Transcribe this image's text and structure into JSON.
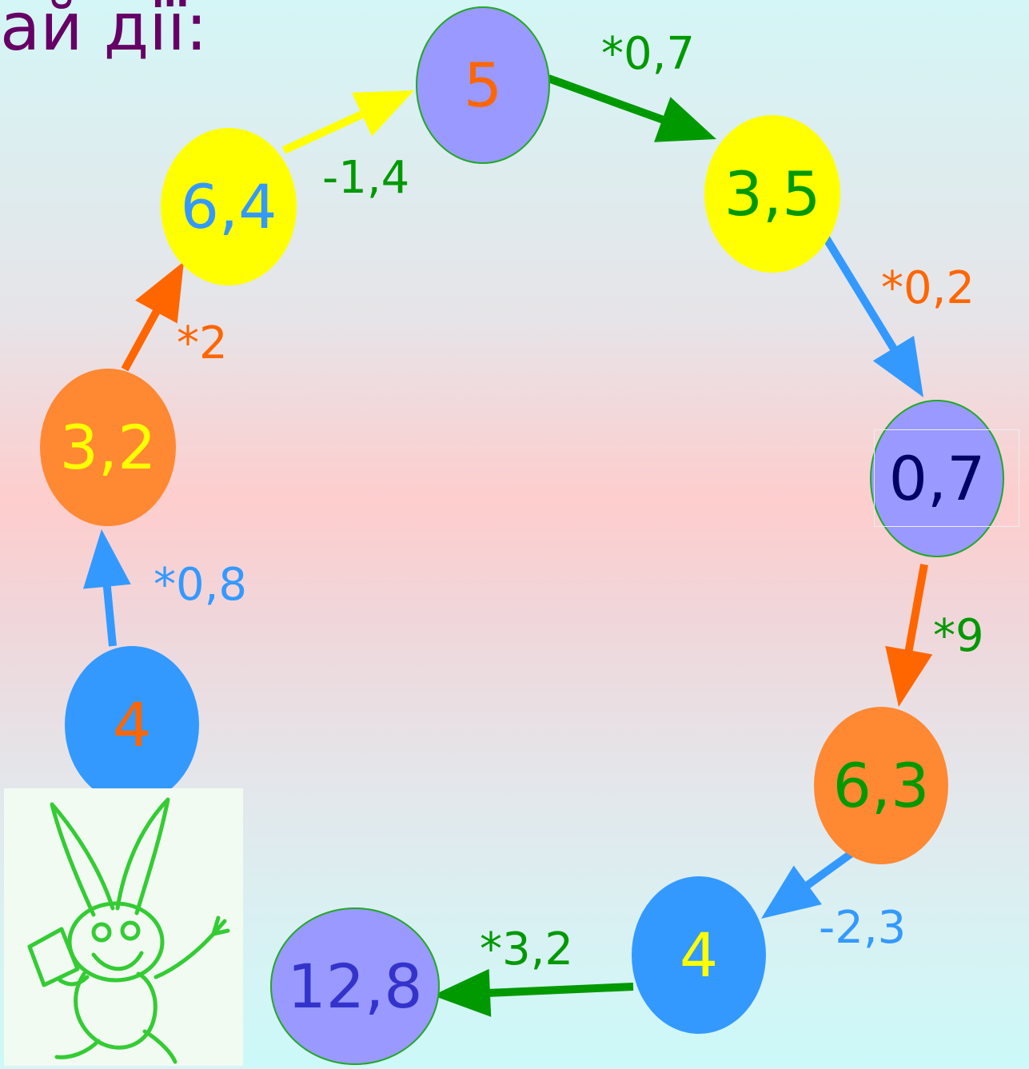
{
  "title": {
    "text": "ай дії:",
    "color": "#660066"
  },
  "nodes": [
    {
      "id": "n1",
      "value": "4",
      "fill": "#3399ff",
      "text_color": "#ff6600"
    },
    {
      "id": "n2",
      "value": "3,2",
      "fill": "#ff8833",
      "text_color": "#ffff00"
    },
    {
      "id": "n3",
      "value": "6,4",
      "fill": "#ffff00",
      "text_color": "#3399ff"
    },
    {
      "id": "n4",
      "value": "5",
      "fill": "#9999ff",
      "text_color": "#ff6600"
    },
    {
      "id": "n5",
      "value": "3,5",
      "fill": "#ffff00",
      "text_color": "#009900"
    },
    {
      "id": "n6",
      "value": "0,7",
      "fill": "#9999ff",
      "text_color": "#000066"
    },
    {
      "id": "n7",
      "value": "6,3",
      "fill": "#ff8833",
      "text_color": "#009900"
    },
    {
      "id": "n8",
      "value": "4",
      "fill": "#3399ff",
      "text_color": "#ffff00"
    },
    {
      "id": "n9",
      "value": "12,8",
      "fill": "#9999ff",
      "text_color": "#3333cc"
    }
  ],
  "operations": [
    {
      "from": "n1",
      "to": "n2",
      "label": "*0,8",
      "color": "#3399ff",
      "label_color": "#3399ff"
    },
    {
      "from": "n2",
      "to": "n3",
      "label": "*2",
      "color": "#ff6600",
      "label_color": "#ff6600"
    },
    {
      "from": "n3",
      "to": "n4",
      "label": "-1,4",
      "color": "#ffff00",
      "label_color": "#009900"
    },
    {
      "from": "n4",
      "to": "n5",
      "label": "*0,7",
      "color": "#009900",
      "label_color": "#009900"
    },
    {
      "from": "n5",
      "to": "n6",
      "label": "*0,2",
      "color": "#3399ff",
      "label_color": "#ff6600"
    },
    {
      "from": "n6",
      "to": "n7",
      "label": "*9",
      "color": "#ff6600",
      "label_color": "#009900"
    },
    {
      "from": "n7",
      "to": "n8",
      "label": "-2,3",
      "color": "#3399ff",
      "label_color": "#3399ff"
    },
    {
      "from": "n8",
      "to": "n9",
      "label": "*3,2",
      "color": "#009900",
      "label_color": "#009900"
    }
  ],
  "image": {
    "name": "hare-with-book-illustration",
    "color": "#33cc33"
  }
}
